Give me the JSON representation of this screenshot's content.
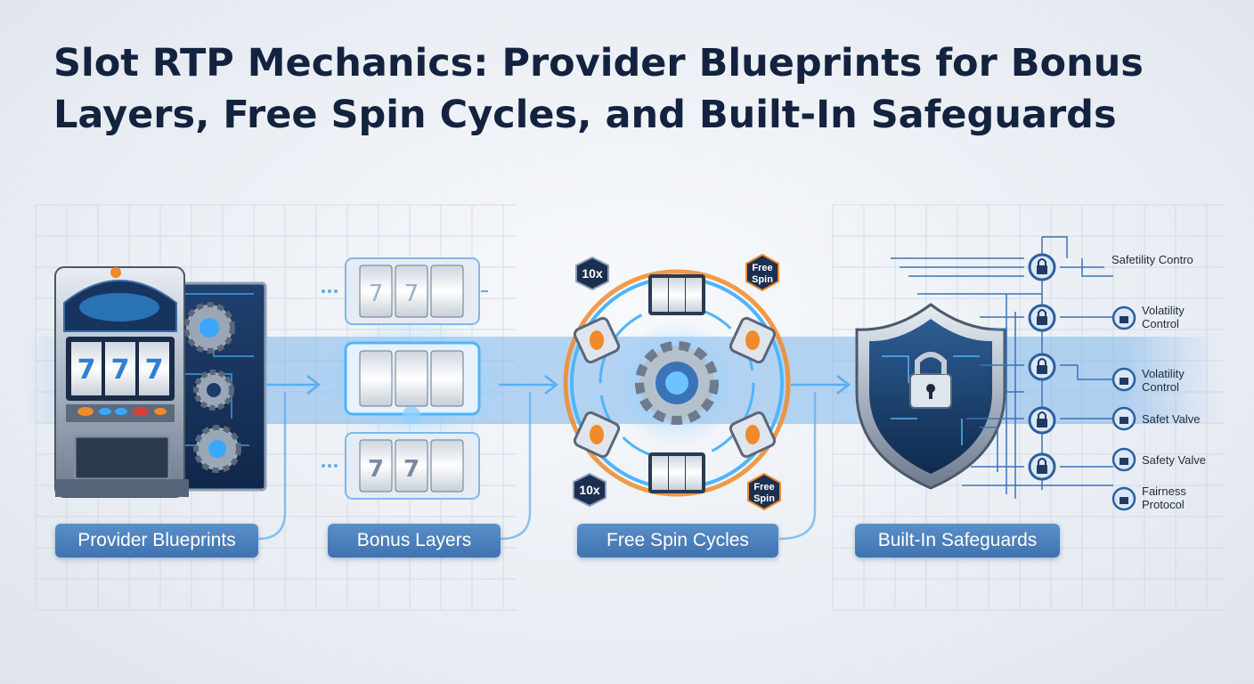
{
  "title": {
    "line1": "Slot RTP Mechanics: Provider Blueprints for Bonus",
    "line2": "Layers, Free Spin Cycles, and Built-In Safeguards"
  },
  "stages": [
    {
      "label": "Provider Blueprints"
    },
    {
      "label": "Bonus Layers"
    },
    {
      "label": "Free Spin Cycles"
    },
    {
      "label": "Built-In Safeguards"
    }
  ],
  "badges": {
    "multiplier_top": "10x",
    "free_spin_top_1": "Free",
    "free_spin_top_2": "Spin",
    "multiplier_bottom": "10x",
    "free_spin_bottom_1": "Free",
    "free_spin_bottom_2": "Spin"
  },
  "reel_symbol": "7",
  "safeguards": [
    {
      "line1": "Safetility Contro",
      "line2": ""
    },
    {
      "line1": "Volatility",
      "line2": "Control"
    },
    {
      "line1": "Volatility",
      "line2": "Control"
    },
    {
      "line1": "Safet Valve",
      "line2": ""
    },
    {
      "line1": "Safety Valve",
      "line2": ""
    },
    {
      "line1": "Fairness",
      "line2": "Protocol"
    }
  ],
  "colors": {
    "title": "#13233f",
    "label_bg": "#4a7fbd",
    "accent_blue": "#3aa6ff",
    "accent_orange": "#f08a2a",
    "reel_red": "#d8403a"
  },
  "icons": [
    "slot-machine-icon",
    "gear-icon",
    "reel-icon",
    "shield-lock-icon",
    "lock-icon",
    "arrow-icon"
  ]
}
